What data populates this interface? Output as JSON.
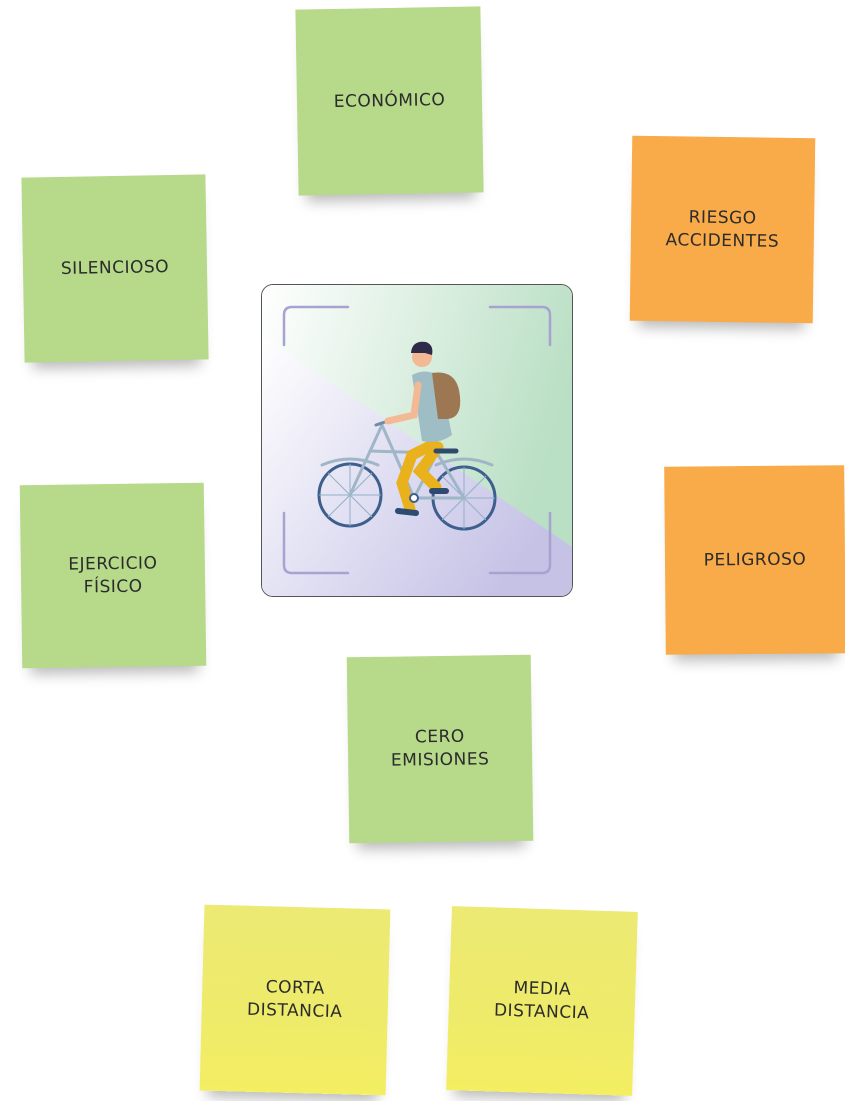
{
  "notes": [
    {
      "id": "economico",
      "text": "ECONÓMICO",
      "color": "#b6d98a"
    },
    {
      "id": "silencioso",
      "text": "SILENCIOSO",
      "color": "#b6d98a"
    },
    {
      "id": "ejercicio",
      "text": "EJERCICIO\nFÍSICO",
      "color": "#b6d98a"
    },
    {
      "id": "cero-emisiones",
      "text": "CERO\nEMISIONES",
      "color": "#b6d98a"
    },
    {
      "id": "riesgo",
      "text": "RIESGO\nACCIDENTES",
      "color": "#f8ab48"
    },
    {
      "id": "peligroso",
      "text": "PELIGROSO",
      "color": "#f8ab48"
    },
    {
      "id": "corta",
      "text": "CORTA\nDISTANCIA",
      "color": "#eeeb6a"
    },
    {
      "id": "media",
      "text": "MEDIA\nDISTANCIA",
      "color": "#eeeb6a"
    }
  ],
  "center_image": {
    "icon": "cyclist-illustration"
  },
  "colors": {
    "green_note": "#b6d98a",
    "orange_note": "#f8ab48",
    "yellow_note": "#eeeb6a"
  }
}
